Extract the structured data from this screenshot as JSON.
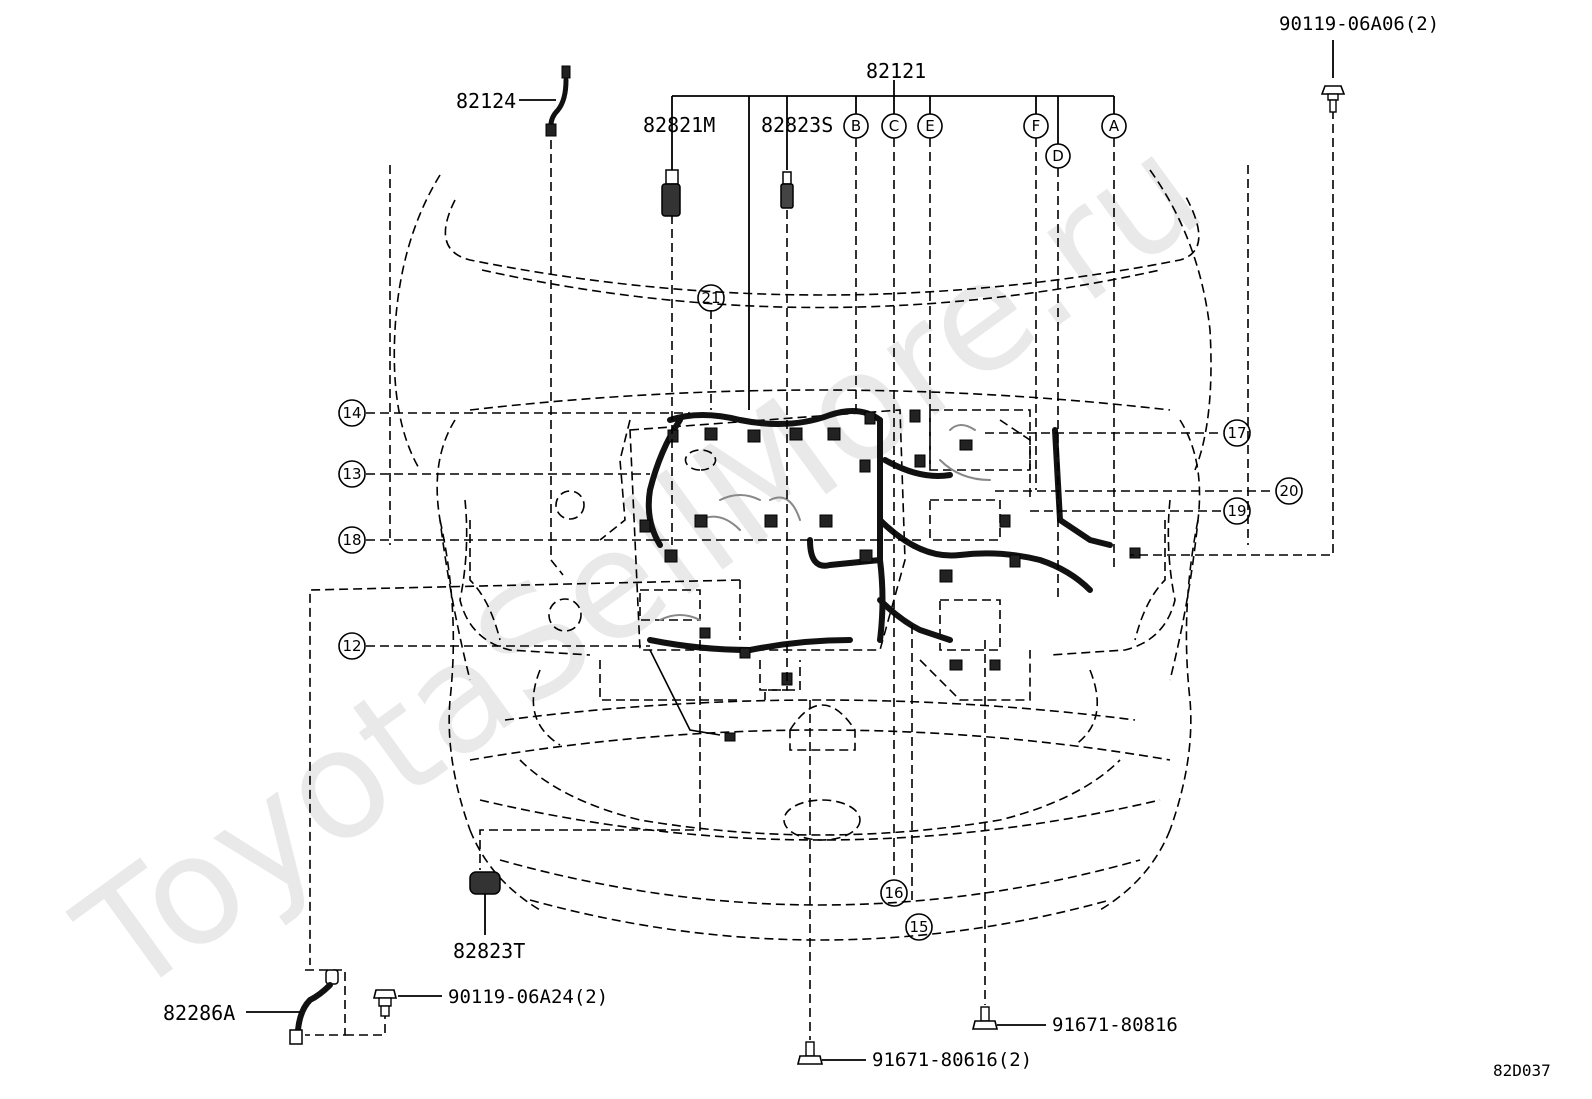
{
  "watermark": "ToyotaSellMore.ru",
  "diagram_code": "82D037",
  "parts": {
    "p82121": "82121",
    "p82124": "82124",
    "p82821M": "82821M",
    "p82823S": "82823S",
    "p82823T": "82823T",
    "p82286A": "82286A",
    "bolt_top_right": "90119-06A06(2)",
    "bolt_bottom_left": "90119-06A24(2)",
    "bolt_bottom_center": "91671-80616(2)",
    "bolt_bottom_right": "91671-80816"
  },
  "letter_callouts": {
    "A": "A",
    "B": "B",
    "C": "C",
    "D": "D",
    "E": "E",
    "F": "F"
  },
  "number_callouts": {
    "n12": "12",
    "n13": "13",
    "n14": "14",
    "n15": "15",
    "n16": "16",
    "n17": "17",
    "n18": "18",
    "n19": "19",
    "n20": "20",
    "n21": "21"
  }
}
